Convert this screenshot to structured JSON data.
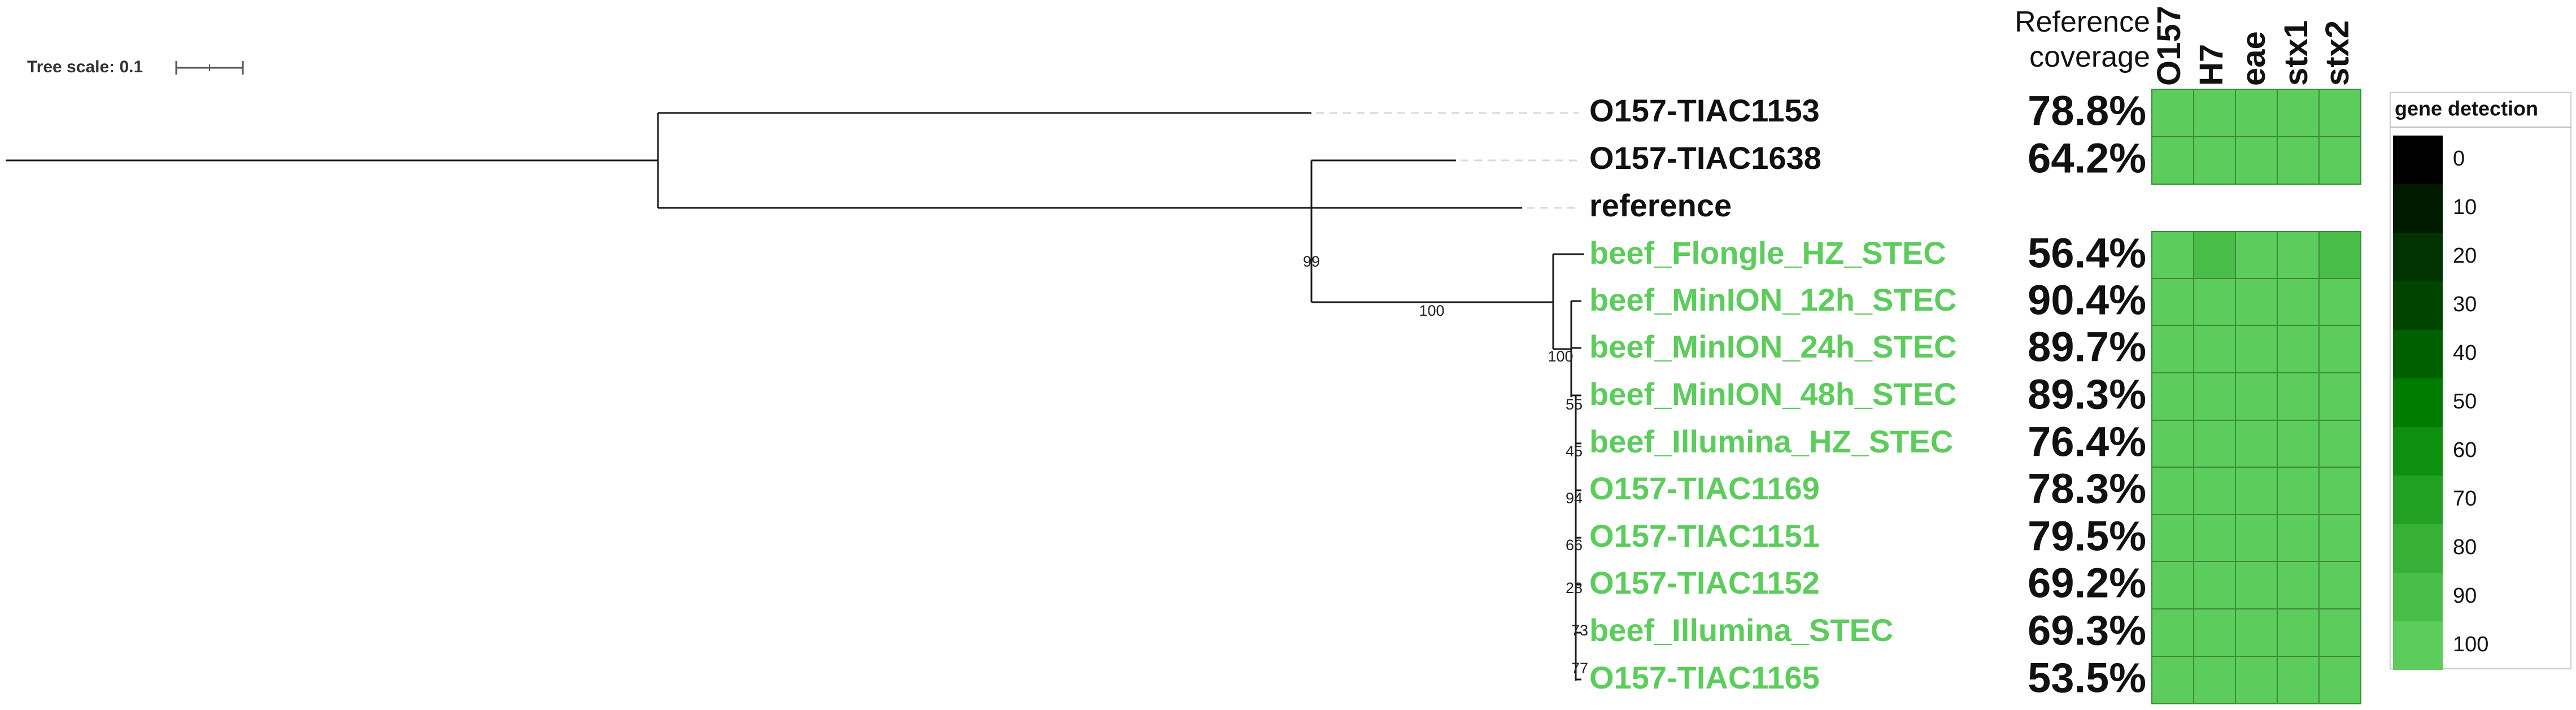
{
  "tree_scale": {
    "label": "Tree scale: 0.1"
  },
  "header": {
    "coverage_label_line1": "Reference",
    "coverage_label_line2": "coverage"
  },
  "genes": [
    "O157",
    "H7",
    "eae",
    "stx1",
    "stx2"
  ],
  "rows": [
    {
      "label": "O157-TIAC1153",
      "group": "reference_set",
      "coverage": "78.8%",
      "genes": [
        100,
        100,
        100,
        100,
        100
      ]
    },
    {
      "label": "O157-TIAC1638",
      "group": "reference_set",
      "coverage": "64.2%",
      "genes": [
        100,
        100,
        100,
        100,
        100
      ]
    },
    {
      "label": "reference",
      "group": "reference_set",
      "coverage": "",
      "genes": null
    },
    {
      "label": "beef_Flongle_HZ_STEC",
      "group": "sample",
      "coverage": "56.4%",
      "genes": [
        100,
        90,
        95,
        95,
        85
      ]
    },
    {
      "label": "beef_MinION_12h_STEC",
      "group": "sample",
      "coverage": "90.4%",
      "genes": [
        100,
        95,
        100,
        100,
        100
      ]
    },
    {
      "label": "beef_MinION_24h_STEC",
      "group": "sample",
      "coverage": "89.7%",
      "genes": [
        100,
        95,
        100,
        100,
        100
      ]
    },
    {
      "label": "beef_MinION_48h_STEC",
      "group": "sample",
      "coverage": "89.3%",
      "genes": [
        100,
        95,
        100,
        100,
        100
      ]
    },
    {
      "label": "beef_Illumina_HZ_STEC",
      "group": "sample",
      "coverage": "76.4%",
      "genes": [
        100,
        100,
        100,
        100,
        100
      ]
    },
    {
      "label": "O157-TIAC1169",
      "group": "sample",
      "coverage": "78.3%",
      "genes": [
        100,
        100,
        100,
        100,
        100
      ]
    },
    {
      "label": "O157-TIAC1151",
      "group": "sample",
      "coverage": "79.5%",
      "genes": [
        100,
        100,
        100,
        100,
        100
      ]
    },
    {
      "label": "O157-TIAC1152",
      "group": "sample",
      "coverage": "69.2%",
      "genes": [
        100,
        100,
        100,
        100,
        100
      ]
    },
    {
      "label": "beef_Illumina_STEC",
      "group": "sample",
      "coverage": "69.3%",
      "genes": [
        100,
        100,
        100,
        100,
        100
      ]
    },
    {
      "label": "O157-TIAC1165",
      "group": "sample",
      "coverage": "53.5%",
      "genes": [
        100,
        100,
        100,
        100,
        100
      ]
    }
  ],
  "bootstrap_labels": [
    "99",
    "100",
    "100",
    "55",
    "45",
    "94",
    "66",
    "28",
    "73",
    "77"
  ],
  "legend": {
    "title": "gene detection",
    "levels": [
      "0",
      "10",
      "20",
      "30",
      "40",
      "50",
      "60",
      "70",
      "80",
      "90",
      "100"
    ],
    "colors": [
      "#000000",
      "#001a00",
      "#003300",
      "#004400",
      "#006000",
      "#007d00",
      "#0f8f0f",
      "#22a022",
      "#36b036",
      "#48bd48",
      "#5ccc5c"
    ]
  },
  "colors": {
    "sample_label": "#5ccc5c",
    "reference_label": "#111111",
    "cell_base": "#5ccc5c"
  }
}
